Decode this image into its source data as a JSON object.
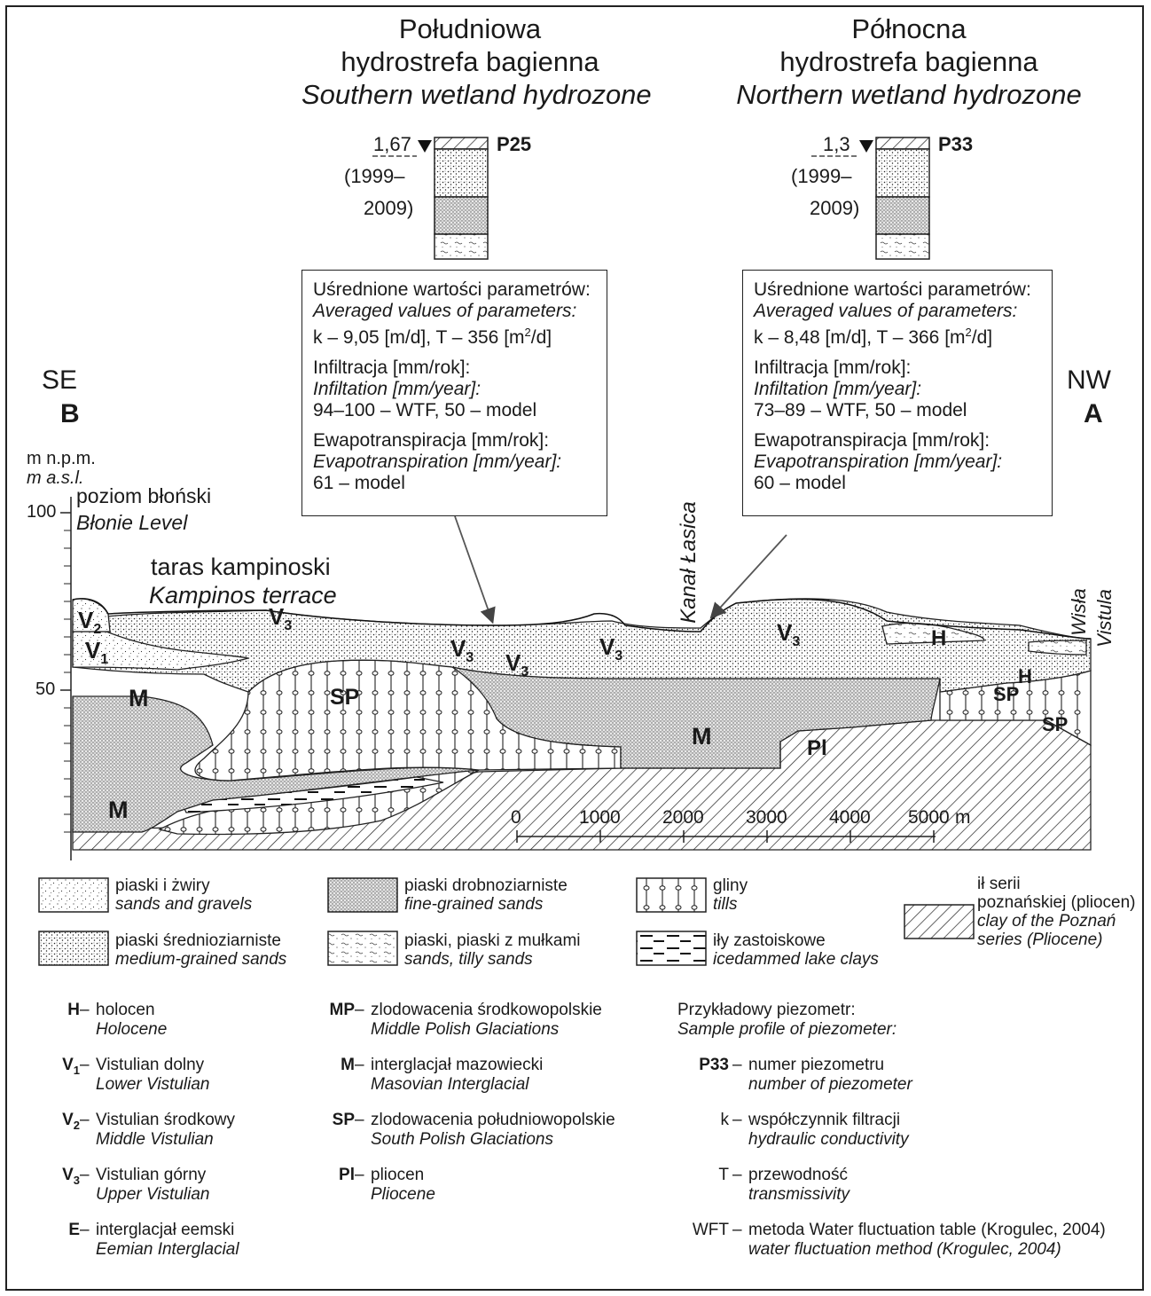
{
  "zones": [
    {
      "title": "Południowa",
      "subtitle": "hydrostrefa bagienna",
      "subtitle_en": "Southern wetland hydrozone"
    },
    {
      "title": "Północna",
      "subtitle": "hydrostrefa bagienna",
      "subtitle_en": "Northern wetland hydrozone"
    }
  ],
  "piezometers": [
    {
      "id": "P25",
      "water_level": "1,67",
      "period_a": "(1999–",
      "period_b": "2009)"
    },
    {
      "id": "P33",
      "water_level": "1,3",
      "period_a": "(1999–",
      "period_b": "2009)"
    }
  ],
  "param_boxes": [
    {
      "l1": "Uśrednione wartości parametrów:",
      "l2": "Averaged values of parameters:",
      "l3a": "k – 9,05 [m/d], T – 356 [m",
      "l3sup": "2",
      "l3b": "/d]",
      "l4": "Infiltracja [mm/rok]:",
      "l5": "Infiltation [mm/year]:",
      "l6": "94–100 – WTF, 50 – model",
      "l7": "Ewapotranspiracja [mm/rok]:",
      "l8": "Evapotranspiration [mm/year]:",
      "l9": "61 – model"
    },
    {
      "l1": "Uśrednione wartości parametrów:",
      "l2": "Averaged values of parameters:",
      "l3a": "k – 8,48 [m/d], T – 366 [m",
      "l3sup": "2",
      "l3b": "/d]",
      "l4": "Infiltracja [mm/rok]:",
      "l5": "Infiltation [mm/year]:",
      "l6": "73–89 – WTF, 50 – model",
      "l7": "Ewapotranspiracja [mm/rok]:",
      "l8": "Evapotranspiration [mm/year]:",
      "l9": "60 – model"
    }
  ],
  "section": {
    "left_dir": "SE",
    "left_letter": "B",
    "right_dir": "NW",
    "right_letter": "A",
    "yunit": "m n.p.m.",
    "yunit_en": "m a.s.l.",
    "yticks": [
      "100",
      "50"
    ],
    "level_pl": "poziom błoński",
    "level_en": "Błonie Level",
    "terrace_pl": "taras kampinoski",
    "terrace_en": "Kampinos terrace",
    "canal": "Kanał Łasica",
    "river_pl": "Wisła",
    "river_en": "Vistula",
    "units": {
      "V2": "V",
      "V2sub": "2",
      "V1": "V",
      "V1sub": "1",
      "V3": "V",
      "V3sub": "3",
      "M": "M",
      "SP": "SP",
      "PI": "Pl",
      "H": "H"
    },
    "scale_ticks": [
      "0",
      "1000",
      "2000",
      "3000",
      "4000",
      "5000"
    ],
    "scale_unit": "m"
  },
  "legend": [
    {
      "pl": "piaski i żwiry",
      "en": "sands and gravels",
      "pattern": "sand-gravel"
    },
    {
      "pl": "piaski średnioziarniste",
      "en": "medium-grained sands",
      "pattern": "medium-sand"
    },
    {
      "pl": "piaski drobnoziarniste",
      "en": "fine-grained sands",
      "pattern": "fine-sand"
    },
    {
      "pl": "piaski, piaski z mułkami",
      "en": "sands, tilly sands",
      "pattern": "tilly"
    },
    {
      "pl": "gliny",
      "en": "tills",
      "pattern": "till"
    },
    {
      "pl": "iły zastoiskowe",
      "en": "icedammed lake clays",
      "pattern": "lake-clay"
    },
    {
      "pl1": "ił serii",
      "pl2": "poznańskiej (pliocen)",
      "en1": "clay of the Poznań",
      "en2": "series (Pliocene)",
      "pattern": "hatch"
    }
  ],
  "strat_left": [
    {
      "sym": "H",
      "sub": "",
      "pl": "holocen",
      "en": "Holocene"
    },
    {
      "sym": "V",
      "sub": "1",
      "pl": "Vistulian dolny",
      "en": "Lower Vistulian"
    },
    {
      "sym": "V",
      "sub": "2",
      "pl": "Vistulian środkowy",
      "en": "Middle Vistulian"
    },
    {
      "sym": "V",
      "sub": "3",
      "pl": "Vistulian górny",
      "en": "Upper Vistulian"
    },
    {
      "sym": "E",
      "sub": "",
      "pl": "interglacjał eemski",
      "en": "Eemian Interglacial"
    }
  ],
  "strat_mid": [
    {
      "sym": "MP",
      "pl": "zlodowacenia środkowopolskie",
      "en": "Middle Polish Glaciations"
    },
    {
      "sym": "M",
      "pl": "interglacjał mazowiecki",
      "en": "Masovian Interglacial"
    },
    {
      "sym": "SP",
      "pl": "zlodowacenia południowopolskie",
      "en": "South Polish Glaciations"
    },
    {
      "sym": "Pl",
      "pl": "pliocen",
      "en": "Pliocene"
    }
  ],
  "sample_title_pl": "Przykładowy piezometr:",
  "sample_title_en": "Sample profile of piezometer:",
  "strat_right": [
    {
      "sym": "P33",
      "pl": "numer piezometru",
      "en": "number of piezometer"
    },
    {
      "sym": "k",
      "pl": "współczynnik filtracji",
      "en": "hydraulic conductivity"
    },
    {
      "sym": "T",
      "pl": "przewodność",
      "en": "transmissivity"
    },
    {
      "sym": "WFT",
      "pl": "metoda Water fluctuation table (Krogulec, 2004)",
      "en": "water fluctuation method (Krogulec, 2004)"
    }
  ]
}
